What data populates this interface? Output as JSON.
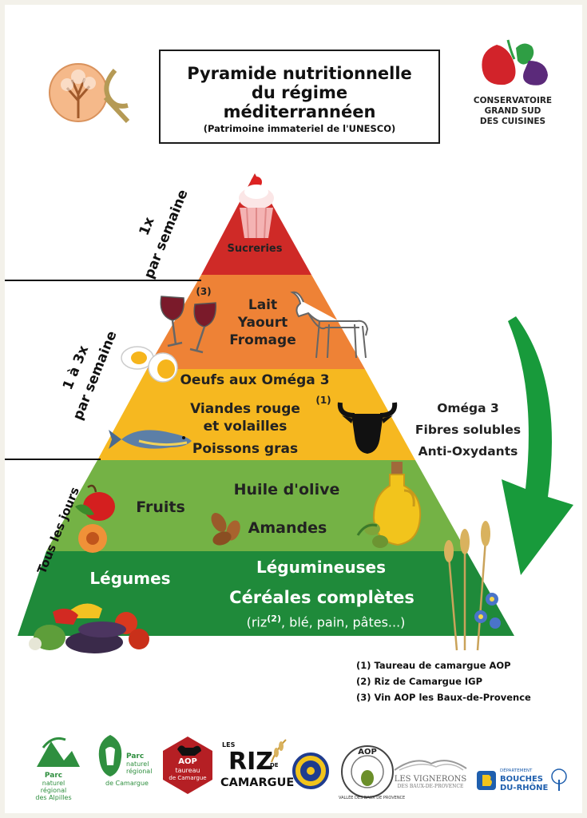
{
  "title": {
    "lines": [
      "Pyramide nutritionnelle",
      "du régime",
      "méditerrannéen"
    ],
    "subtitle": "(Patrimoine immateriel de l'UNESCO)"
  },
  "partner_logo": {
    "lines": [
      "CONSERVATOIRE",
      "GRAND SUD",
      "DES CUISINES"
    ]
  },
  "colors": {
    "red": "#cf2a27",
    "orange": "#ee8236",
    "amber": "#f6b820",
    "light_green": "#74b245",
    "dark_green": "#1f8a3a",
    "arrow_green": "#189a3b"
  },
  "frequencies": {
    "weekly": {
      "line1": "1x",
      "line2": "par semaine"
    },
    "few_times": {
      "line1": "1 à 3x",
      "line2": "par semaine"
    },
    "daily": "Tous les jours"
  },
  "levels": {
    "sweets": "Sucreries",
    "dairy": {
      "note": "(3)",
      "lines": [
        "Lait",
        "Yaourt",
        "Fromage"
      ]
    },
    "protein": {
      "eggs": "Oeufs aux Oméga 3",
      "meat1": "Viandes rouge",
      "meat_note": "(1)",
      "meat2": "et volailles",
      "fish": "Poissons gras"
    },
    "fruits": {
      "fruits": "Fruits",
      "oil": "Huile d'olive",
      "almonds": "Amandes"
    },
    "base": {
      "vegetables": "Légumes",
      "legumes": "Légumineuses",
      "cereals": "Céréales complètes",
      "detail_a": "(riz",
      "detail_note": "(2)",
      "detail_b": ", blé, pain, pâtes...)"
    }
  },
  "benefits": [
    "Oméga 3",
    "Fibres solubles",
    "Anti-Oxydants"
  ],
  "footnotes": [
    "(1) Taureau de camargue AOP",
    "(2) Riz de Camargue IGP",
    "(3) Vin AOP les Baux-de-Provence"
  ],
  "footer_logos": {
    "alpilles": {
      "lines": [
        "Parc",
        "naturel",
        "régional",
        "des Alpilles"
      ]
    },
    "camargue_park": {
      "lines": [
        "Parc",
        "naturel",
        "régional",
        "de Camargue"
      ]
    },
    "taureau": {
      "lines": [
        "AOP",
        "taureau",
        "de Camargue"
      ]
    },
    "riz": {
      "top": "LES",
      "big": "RIZ",
      "de": "DE",
      "bottom": "CAMARGUE"
    },
    "aop_huile": {
      "center": "AOP",
      "ring": "VALLÉE DES BAUX DE PROVENCE"
    },
    "vignerons": {
      "line1": "LES VIGNERONS",
      "line2": "DES BAUX-DE-PROVENCE"
    },
    "departement": {
      "small": "DÉPARTEMENT",
      "line1": "BOUCHES",
      "line2": "DU-RHÔNE"
    }
  }
}
